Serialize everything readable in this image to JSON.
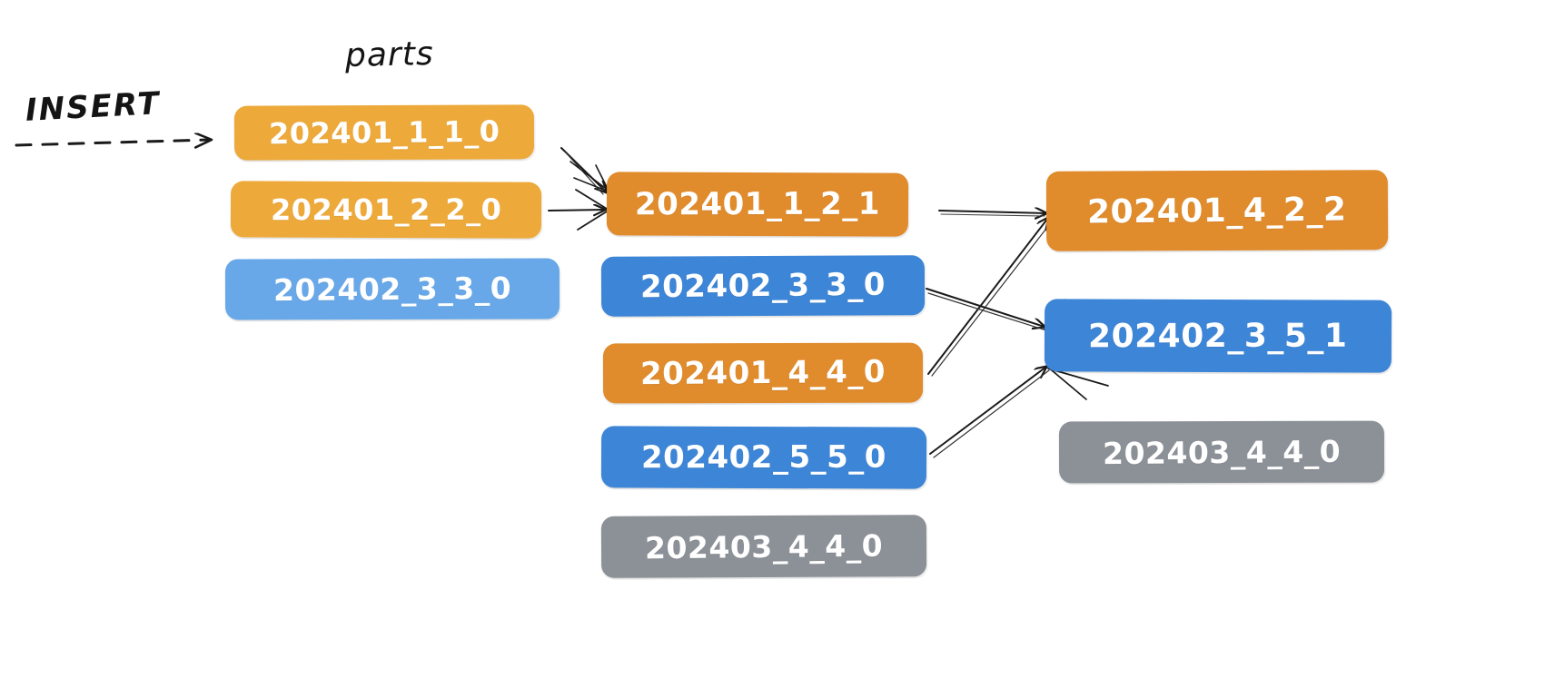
{
  "diagram": {
    "title": "parts",
    "insert_label": "INSERT",
    "colors": {
      "amber": "#eda93a",
      "orange": "#e08b2c",
      "blue_light": "#68a8e8",
      "blue": "#3d85d6",
      "gray": "#8c9197",
      "stroke": "#1a1a1a",
      "background": "#ffffff"
    },
    "columns": [
      {
        "name": "column-1",
        "parts": [
          {
            "label": "202401_1_1_0",
            "color": "amber"
          },
          {
            "label": "202401_2_2_0",
            "color": "amber"
          },
          {
            "label": "202402_3_3_0",
            "color": "blue_light"
          }
        ]
      },
      {
        "name": "column-2",
        "parts": [
          {
            "label": "202401_1_2_1",
            "color": "orange"
          },
          {
            "label": "202402_3_3_0",
            "color": "blue"
          },
          {
            "label": "202401_4_4_0",
            "color": "orange"
          },
          {
            "label": "202402_5_5_0",
            "color": "blue"
          },
          {
            "label": "202403_4_4_0",
            "color": "gray"
          }
        ]
      },
      {
        "name": "column-3",
        "parts": [
          {
            "label": "202401_4_2_2",
            "color": "orange"
          },
          {
            "label": "202402_3_5_1",
            "color": "blue"
          },
          {
            "label": "202403_4_4_0",
            "color": "gray"
          }
        ]
      }
    ],
    "edges": [
      {
        "from": "202401_1_1_0",
        "to": "202401_1_2_1",
        "style": "solid"
      },
      {
        "from": "202401_2_2_0",
        "to": "202401_1_2_1",
        "style": "solid"
      },
      {
        "from": "202401_1_2_1",
        "to": "202401_4_2_2",
        "style": "solid"
      },
      {
        "from": "202401_4_4_0",
        "to": "202401_4_2_2",
        "style": "solid"
      },
      {
        "from": "202402_3_3_0",
        "to": "202402_3_5_1",
        "style": "solid"
      },
      {
        "from": "202402_5_5_0",
        "to": "202402_3_5_1",
        "style": "solid"
      },
      {
        "from": "INSERT",
        "to": "202401_1_1_0",
        "style": "dashed"
      }
    ]
  }
}
